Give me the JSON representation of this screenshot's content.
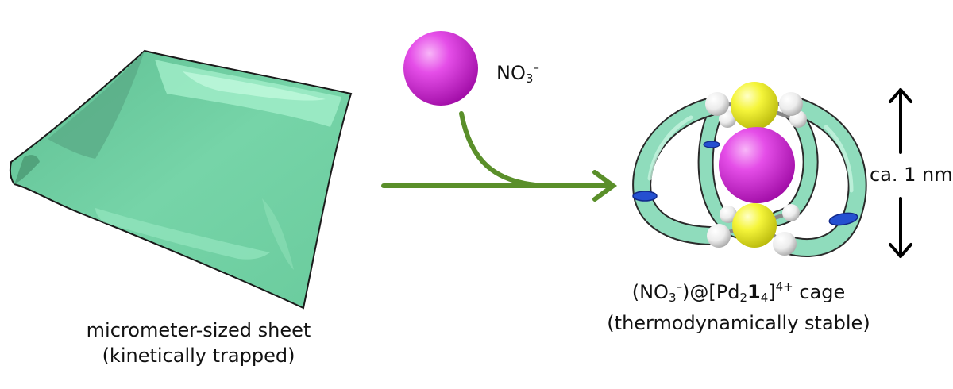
{
  "sheet": {
    "caption_line1": "micrometer-sized sheet",
    "caption_line2": "(kinetically trapped)"
  },
  "nitrate": {
    "label_main": "NO",
    "label_sub": "3",
    "label_sup": "–"
  },
  "cage": {
    "caption_open": "(NO",
    "caption_sub3": "3",
    "caption_minus": "–",
    "caption_mid": ")@[Pd",
    "caption_sub2": "2",
    "caption_ligand": "1",
    "caption_sub4": "4",
    "caption_close": "]",
    "caption_charge": "4+",
    "caption_tail": " cage",
    "caption_line2": "(thermodynamically stable)"
  },
  "size_indicator": {
    "label": "ca. 1 nm"
  },
  "colors": {
    "sheet_green": "#6fd0a2",
    "ligand_green": "#8fdcbc",
    "nitrate_magenta": "#d21ed6",
    "palladium_yellow": "#f2f230",
    "ring_blue": "#2550d0",
    "arrow_green": "#5a8f2a"
  }
}
